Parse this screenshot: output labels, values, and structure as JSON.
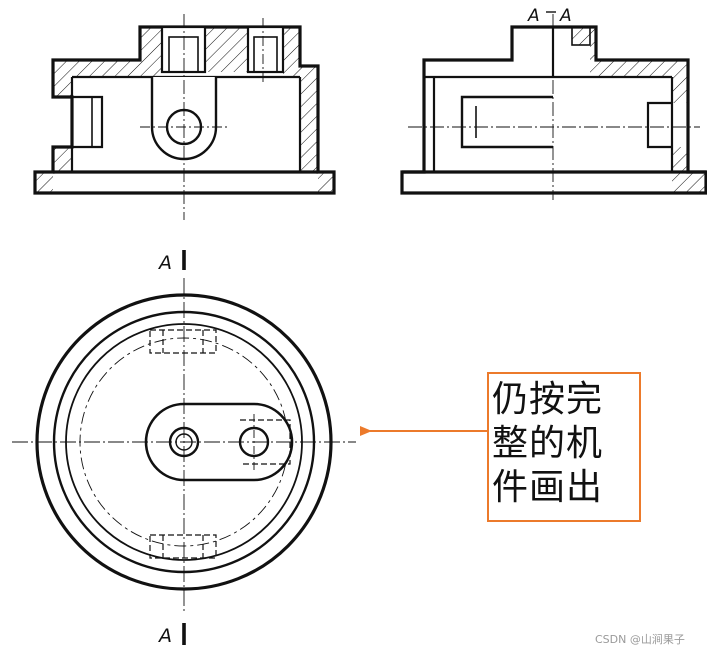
{
  "labels": {
    "section_top": "A",
    "section_bottom": "A",
    "section_view_left": "A",
    "section_view_right": "A"
  },
  "callout": {
    "line1": "仍按完",
    "line2": "整的机",
    "line3": "件画出"
  },
  "watermark": "CSDN @山涧果子",
  "colors": {
    "callout_border": "#ec7a2b",
    "arrow": "#ec7a2b",
    "line": "#111111"
  }
}
